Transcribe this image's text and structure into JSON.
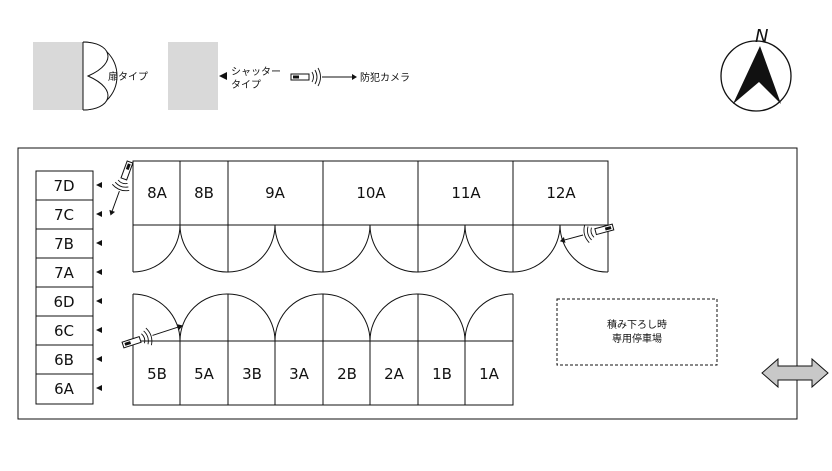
{
  "legend": {
    "door_type": "扉タイプ",
    "shutter_type_line1": "シャッター",
    "shutter_type_line2": "タイプ",
    "camera": "防犯カメラ"
  },
  "compass": {
    "north": "N"
  },
  "loading_area": {
    "line1": "積み下ろし時",
    "line2": "専用停車場"
  },
  "units": {
    "left_column": [
      "7D",
      "7C",
      "7B",
      "7A",
      "6D",
      "6C",
      "6B",
      "6A"
    ],
    "top_row": [
      "8A",
      "8B",
      "9A",
      "10A",
      "11A",
      "12A"
    ],
    "bottom_row": [
      "5B",
      "5A",
      "3B",
      "3A",
      "2B",
      "2A",
      "1B",
      "1A"
    ]
  },
  "colors": {
    "gray_block": "#d9d9d9",
    "line": "#111111",
    "arrow_fill": "#c8c8c8"
  }
}
